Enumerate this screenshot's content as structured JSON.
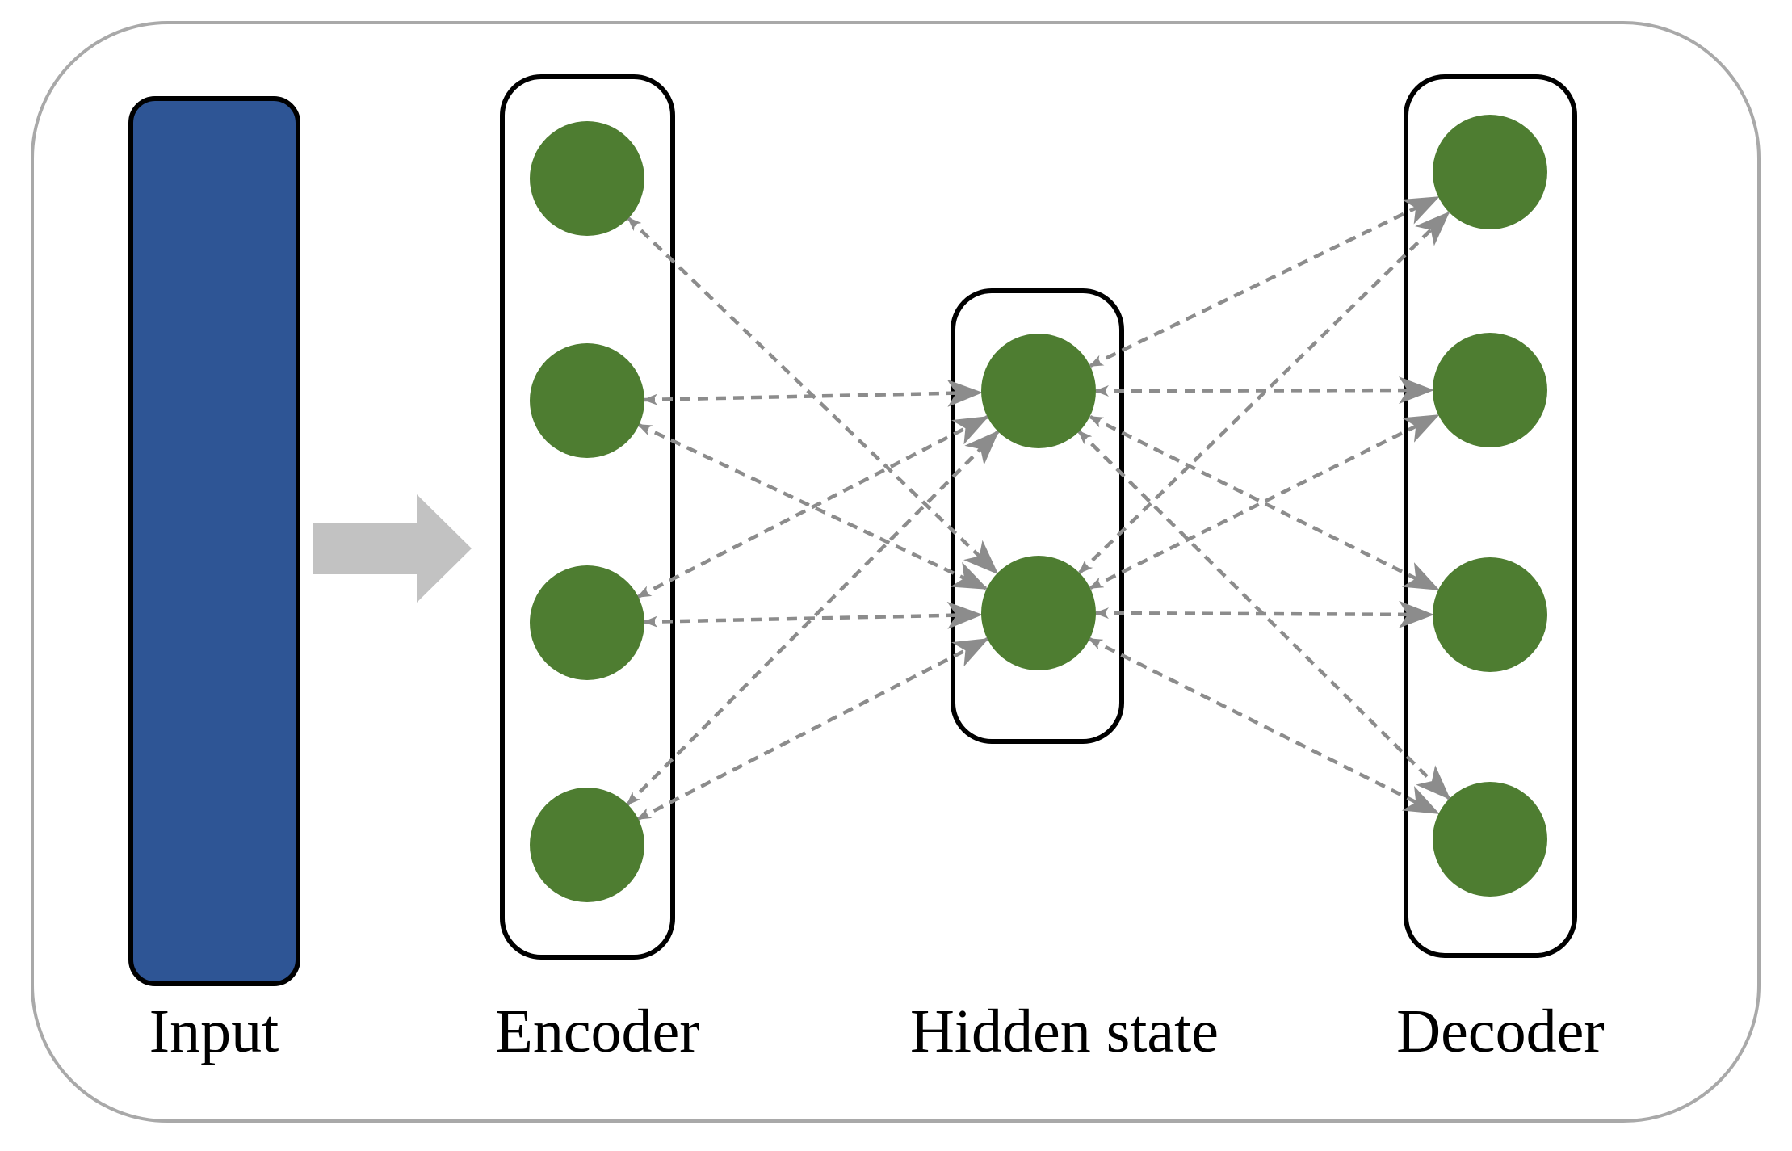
{
  "figure": {
    "type": "diagram",
    "description": "Autoencoder neural network architecture: input block feeds encoder layer, encoder nodes connect to hidden state nodes, hidden state nodes connect to decoder nodes",
    "labels": {
      "input": "Input",
      "encoder": "Encoder",
      "hidden": "Hidden state",
      "decoder": "Decoder"
    },
    "layers": [
      {
        "name": "Encoder",
        "node_count": 4
      },
      {
        "name": "Hidden state",
        "node_count": 2
      },
      {
        "name": "Decoder",
        "node_count": 4
      }
    ],
    "connections": {
      "encoder_to_hidden": [
        [
          1,
          2
        ],
        [
          2,
          1
        ],
        [
          2,
          2
        ],
        [
          3,
          1
        ],
        [
          3,
          2
        ],
        [
          4,
          1
        ],
        [
          4,
          2
        ]
      ],
      "hidden_to_decoder": [
        [
          1,
          1
        ],
        [
          1,
          2
        ],
        [
          1,
          3
        ],
        [
          1,
          4
        ],
        [
          2,
          1
        ],
        [
          2,
          2
        ],
        [
          2,
          3
        ],
        [
          2,
          4
        ]
      ]
    },
    "connector_style": "dashed gray line, small begin arrowhead at source, large stealth arrowhead at target",
    "colors": {
      "background": "#FFFFFF",
      "frame_stroke": "#A9A9A9",
      "box_stroke": "#000000",
      "input_fill": "#2E5595",
      "node_fill": "#4E7D31",
      "connector": "#8C8C8C",
      "block_arrow": "#C2C2C2",
      "label_text": "#000000"
    }
  }
}
